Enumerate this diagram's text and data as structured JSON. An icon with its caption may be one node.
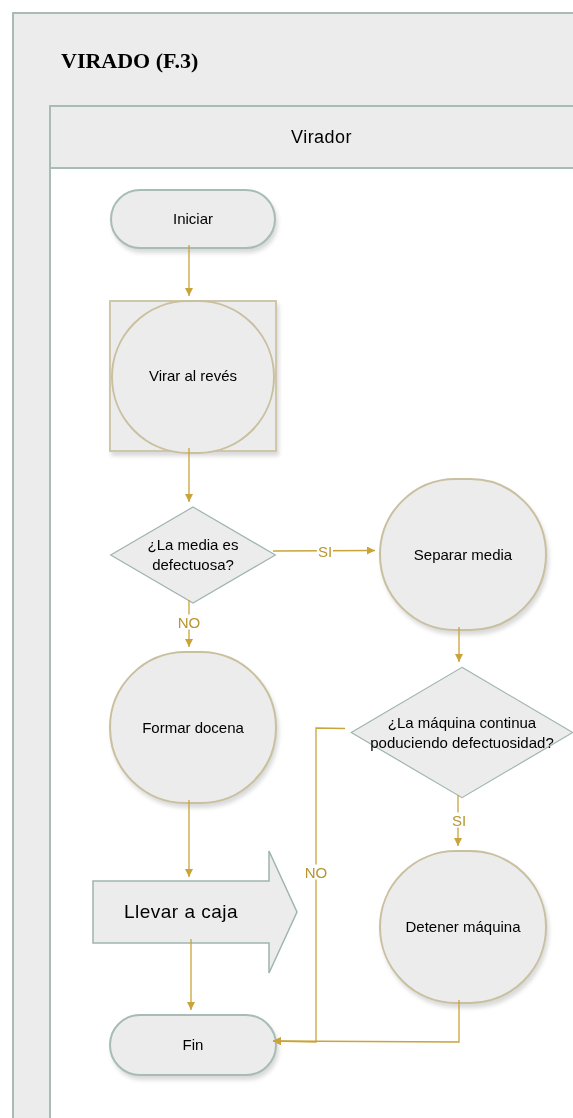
{
  "diagram": {
    "title": "VIRADO (F.3)",
    "nodes": [
      {
        "text": [
          "Virador"
        ]
      },
      {
        "text": [
          "Iniciar"
        ],
        "in": 0
      },
      {
        "text": [
          "Virar al revés"
        ],
        "in": 0
      },
      {
        "text": [
          "¿La media es defectuosa?"
        ],
        "in": 0
      },
      {
        "text": [
          "Separar media"
        ],
        "in": 0
      },
      {
        "text": [
          "Formar docena"
        ],
        "in": 0
      },
      {
        "text": [
          "¿La máquina continua poduciendo defectuosidad?"
        ],
        "in": 0
      },
      {
        "text": [
          "Llevar a caja"
        ],
        "in": 0
      },
      {
        "text": [
          "Detener máquina"
        ],
        "in": 0
      },
      {
        "text": [
          "Fin"
        ],
        "in": 0
      }
    ],
    "edges": [
      {
        "from": 1,
        "to": 2,
        "arrow": "to"
      },
      {
        "from": 2,
        "to": 3,
        "arrow": "to"
      },
      {
        "from": 3,
        "to": 4,
        "label": "SI",
        "arrow": "to"
      },
      {
        "from": 3,
        "to": 5,
        "label": "NO",
        "arrow": "to"
      },
      {
        "from": 4,
        "to": 6,
        "arrow": "to"
      },
      {
        "from": 5,
        "to": 7,
        "arrow": "to"
      },
      {
        "from": 6,
        "to": 8,
        "label": "SI",
        "arrow": "to"
      },
      {
        "from": 6,
        "to": 9,
        "label": "NO",
        "arrow": "to"
      },
      {
        "from": 7,
        "to": 9,
        "arrow": "to"
      },
      {
        "from": 8,
        "to": 9,
        "arrow": "to"
      }
    ]
  }
}
